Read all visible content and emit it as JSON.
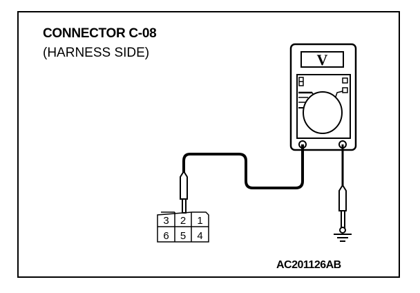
{
  "title": "CONNECTOR C-08",
  "subtitle": "(HARNESS SIDE)",
  "meter": {
    "display": "V"
  },
  "connector": {
    "pins_top": [
      "3",
      "2",
      "1"
    ],
    "pins_bottom": [
      "6",
      "5",
      "4"
    ],
    "probed_pin": "2"
  },
  "figure_code": "AC201126AB"
}
